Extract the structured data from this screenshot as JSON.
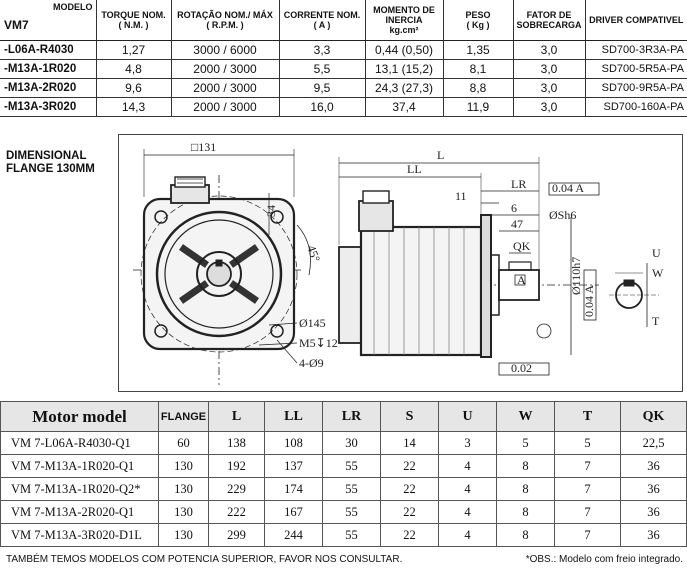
{
  "specs": {
    "model_label": "MODELO",
    "series_label": "VM7",
    "headers": [
      {
        "line1": "TORQUE NOM.",
        "line2": "( N.M. )"
      },
      {
        "line1": "ROTAÇÃO NOM./ MÁX",
        "line2": "( R.P.M. )"
      },
      {
        "line1": "CORRENTE NOM.",
        "line2": "( A )"
      },
      {
        "line1": "MOMENTO DE INERCIA",
        "line2": "kg.cm²"
      },
      {
        "line1": "PESO",
        "line2": "( Kg )"
      },
      {
        "line1": "FATOR DE SOBRECARGA",
        "line2": ""
      },
      {
        "line1": "DRIVER COMPATIVEL",
        "line2": ""
      }
    ],
    "rows": [
      [
        "-L06A-R4030",
        "1,27",
        "3000 / 6000",
        "3,3",
        "0,44 (0,50)",
        "1,35",
        "3,0",
        "SD700-3R3A-PA"
      ],
      [
        "-M13A-1R020",
        "4,8",
        "2000 / 3000",
        "5,5",
        "13,1 (15,2)",
        "8,1",
        "3,0",
        "SD700-5R5A-PA"
      ],
      [
        "-M13A-2R020",
        "9,6",
        "2000 / 3000",
        "9,5",
        "24,3 (27,3)",
        "8,8",
        "3,0",
        "SD700-9R5A-PA"
      ],
      [
        "-M13A-3R020",
        "14,3",
        "2000 / 3000",
        "16,0",
        "37,4",
        "11,9",
        "3,0",
        "SD700-160A-PA"
      ]
    ]
  },
  "diagram": {
    "title_line1": "DIMENSIONAL",
    "title_line2": "FLANGE 130MM",
    "labels": {
      "flange": "□131",
      "h34": "34",
      "angle": "45°",
      "bolt_circle": "Ø145",
      "thread": "M5↧12",
      "holes": "4-Ø9",
      "L": "L",
      "LL": "LL",
      "LR": "LR",
      "d11": "11",
      "d6": "6",
      "d47": "47",
      "shaft": "ØSh6",
      "QK": "QK",
      "pilot": "Ø110h7",
      "U": "U",
      "W": "W",
      "T": "T",
      "tol1": "0.04 A",
      "tol2": "0.04 A",
      "tol3": "0.02",
      "datum": "A"
    }
  },
  "models": {
    "headers": [
      "Motor model",
      "FLANGE",
      "L",
      "LL",
      "LR",
      "S",
      "U",
      "W",
      "T",
      "QK"
    ],
    "rows": [
      [
        "VM 7-L06A-R4030-Q1",
        "60",
        "138",
        "108",
        "30",
        "14",
        "3",
        "5",
        "5",
        "22,5"
      ],
      [
        "VM 7-M13A-1R020-Q1",
        "130",
        "192",
        "137",
        "55",
        "22",
        "4",
        "8",
        "7",
        "36"
      ],
      [
        "VM 7-M13A-1R020-Q2*",
        "130",
        "229",
        "174",
        "55",
        "22",
        "4",
        "8",
        "7",
        "36"
      ],
      [
        "VM 7-M13A-2R020-Q1",
        "130",
        "222",
        "167",
        "55",
        "22",
        "4",
        "8",
        "7",
        "36"
      ],
      [
        "VM 7-M13A-3R020-D1L",
        "130",
        "299",
        "244",
        "55",
        "22",
        "4",
        "8",
        "7",
        "36"
      ]
    ]
  },
  "footer": {
    "left": "TAMBÉM TEMOS MODELOS COM POTENCIA SUPERIOR, FAVOR NOS CONSULTAR.",
    "right": "*OBS.: Modelo com freio integrado."
  }
}
